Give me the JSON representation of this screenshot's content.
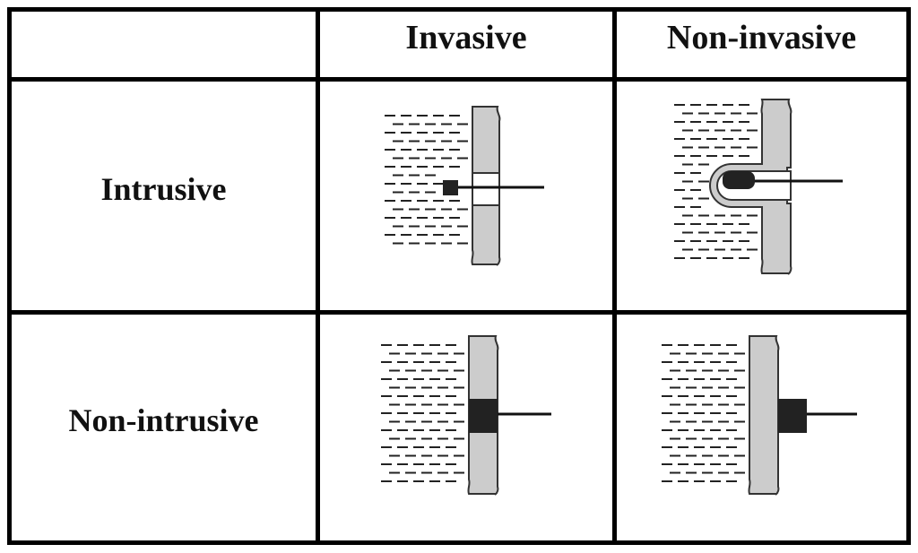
{
  "table": {
    "columns": [
      "",
      "Invasive",
      "Non-invasive"
    ],
    "rows": [
      "Intrusive",
      "Non-intrusive"
    ]
  },
  "colors": {
    "grid": "#000000",
    "wall_fill": "#cccccc",
    "wall_stroke": "#333333",
    "sensor": "#222222",
    "liquid_dash": "#222222"
  },
  "cells": [
    {
      "row": "Intrusive",
      "column": "Invasive",
      "variant": "sensor-through-wall"
    },
    {
      "row": "Intrusive",
      "column": "Non-invasive",
      "variant": "sensor-in-thimble"
    },
    {
      "row": "Non-intrusive",
      "column": "Invasive",
      "variant": "sensor-flush-in-wall"
    },
    {
      "row": "Non-intrusive",
      "column": "Non-invasive",
      "variant": "sensor-outside-wall"
    }
  ]
}
